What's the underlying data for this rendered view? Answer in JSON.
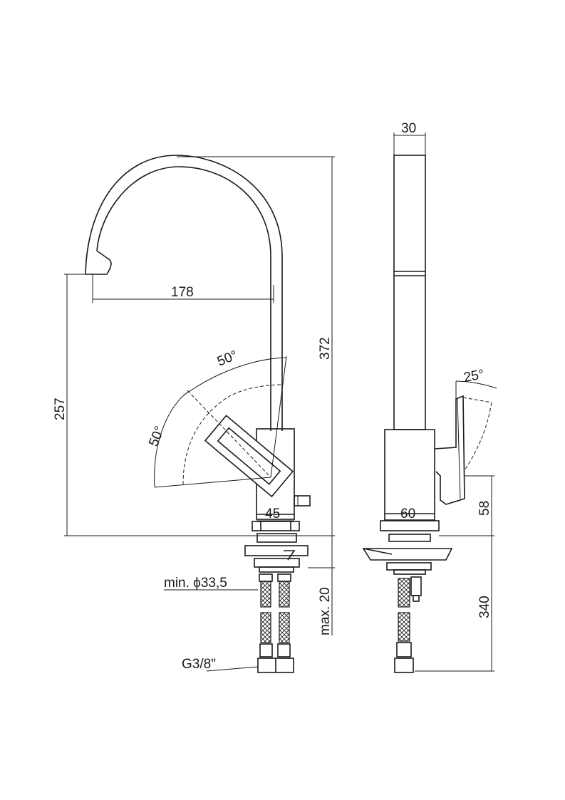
{
  "drawing": {
    "front_view": {
      "spout_reach": "178",
      "deck_height": "257",
      "total_height": "372",
      "handle_angle_top": "50°",
      "handle_angle_side": "50°",
      "body_width": "45",
      "hole_diameter": "min. ϕ33,5",
      "deck_thickness": "max. 20",
      "connection": "G3/8\""
    },
    "side_view": {
      "spout_width": "30",
      "handle_tilt": "25°",
      "body_depth": "60",
      "lever_height": "58",
      "hose_length": "340"
    }
  }
}
